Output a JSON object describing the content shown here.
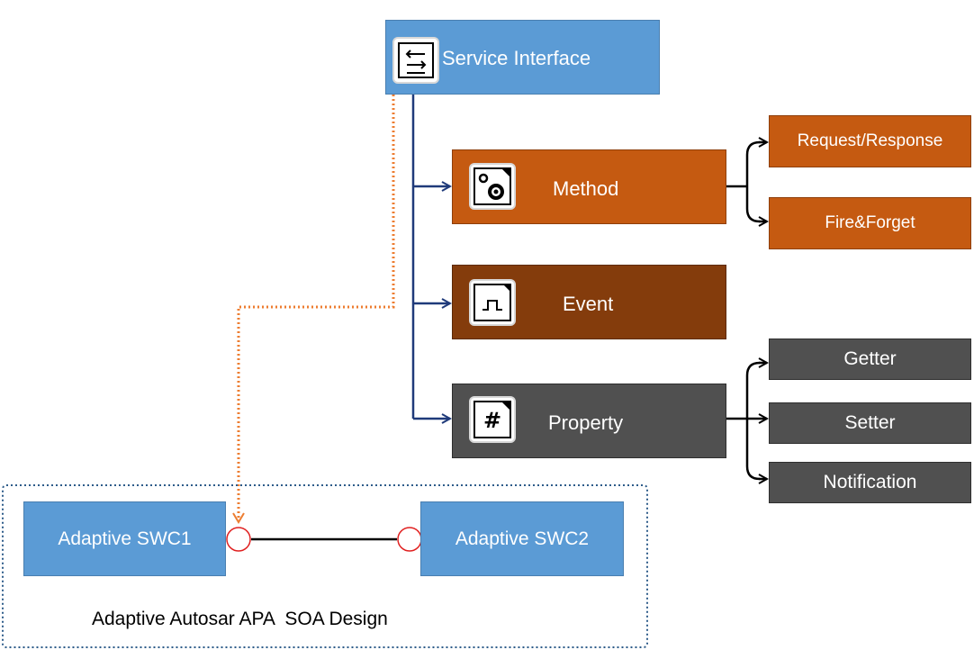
{
  "service_interface": {
    "label": "Service Interface",
    "icon": "service-interface-icon"
  },
  "elements": {
    "method": {
      "label": "Method",
      "icon": "method-gear-icon",
      "color": "#c55a11"
    },
    "event": {
      "label": "Event",
      "icon": "event-pulse-icon",
      "color": "#843c0c"
    },
    "property": {
      "label": "Property",
      "icon": "property-hash-icon",
      "color": "#505050"
    }
  },
  "method_types": [
    "Request/Response",
    "Fire&Forget"
  ],
  "property_types": [
    "Getter",
    "Setter",
    "Notification"
  ],
  "components": {
    "swc1": "Adaptive SWC1",
    "swc2": "Adaptive SWC2"
  },
  "caption": "Adaptive Autosar APA  SOA Design",
  "colors": {
    "blue": "#5b9bd5",
    "navy_line": "#1f3a7a",
    "dashed_orange": "#ed7d31",
    "port_red": "#e02020"
  }
}
